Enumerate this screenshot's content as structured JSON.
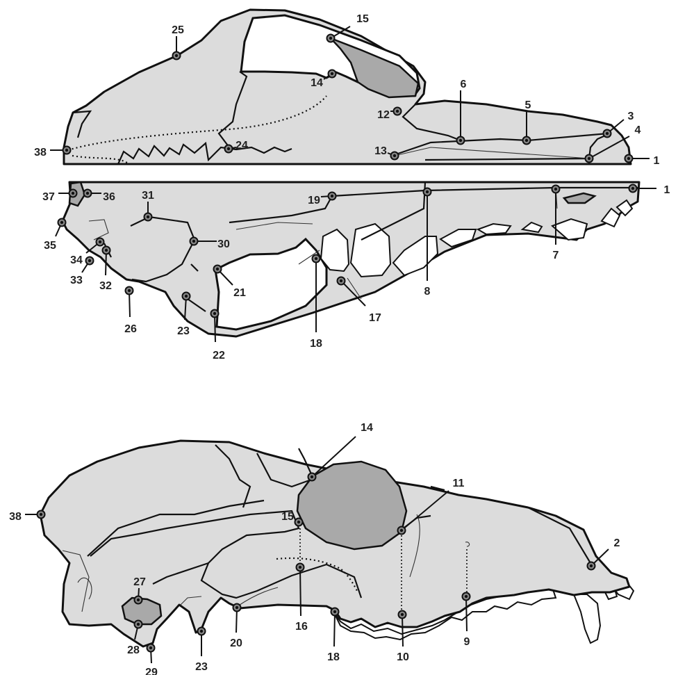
{
  "views": [
    {
      "view": "dorsal-top",
      "landmarks": [
        "1",
        "3",
        "4",
        "5",
        "6",
        "12",
        "13",
        "14",
        "15",
        "24",
        "25",
        "38"
      ]
    },
    {
      "view": "ventral-middle",
      "landmarks": [
        "1",
        "7",
        "8",
        "17",
        "18",
        "19",
        "21",
        "22",
        "23",
        "26",
        "30",
        "31",
        "32",
        "33",
        "34",
        "35",
        "36",
        "37"
      ]
    },
    {
      "view": "lateral-bottom",
      "landmarks": [
        "2",
        "9",
        "10",
        "11",
        "14",
        "15",
        "16",
        "18",
        "20",
        "23",
        "27",
        "28",
        "29",
        "38"
      ]
    }
  ],
  "labels": {
    "t1": "1",
    "t3": "3",
    "t4": "4",
    "t5": "5",
    "t6": "6",
    "t12": "12",
    "t13": "13",
    "t14": "14",
    "t15": "15",
    "t24": "24",
    "t25": "25",
    "t38": "38",
    "m1": "1",
    "m7": "7",
    "m8": "8",
    "m17": "17",
    "m18": "18",
    "m19": "19",
    "m21": "21",
    "m22": "22",
    "m23": "23",
    "m26": "26",
    "m30": "30",
    "m31": "31",
    "m32": "32",
    "m33": "33",
    "m34": "34",
    "m35": "35",
    "m36": "36",
    "m37": "37",
    "b2": "2",
    "b9": "9",
    "b10": "10",
    "b11": "11",
    "b14": "14",
    "b15": "15",
    "b16": "16",
    "b18": "18",
    "b20": "20",
    "b23": "23",
    "b27": "27",
    "b28": "28",
    "b29": "29",
    "b38": "38"
  },
  "colors": {
    "bone": "#dcdcdc",
    "dark_region": "#a9a9a9",
    "outline": "#111111",
    "landmark_ring": "#888888"
  }
}
